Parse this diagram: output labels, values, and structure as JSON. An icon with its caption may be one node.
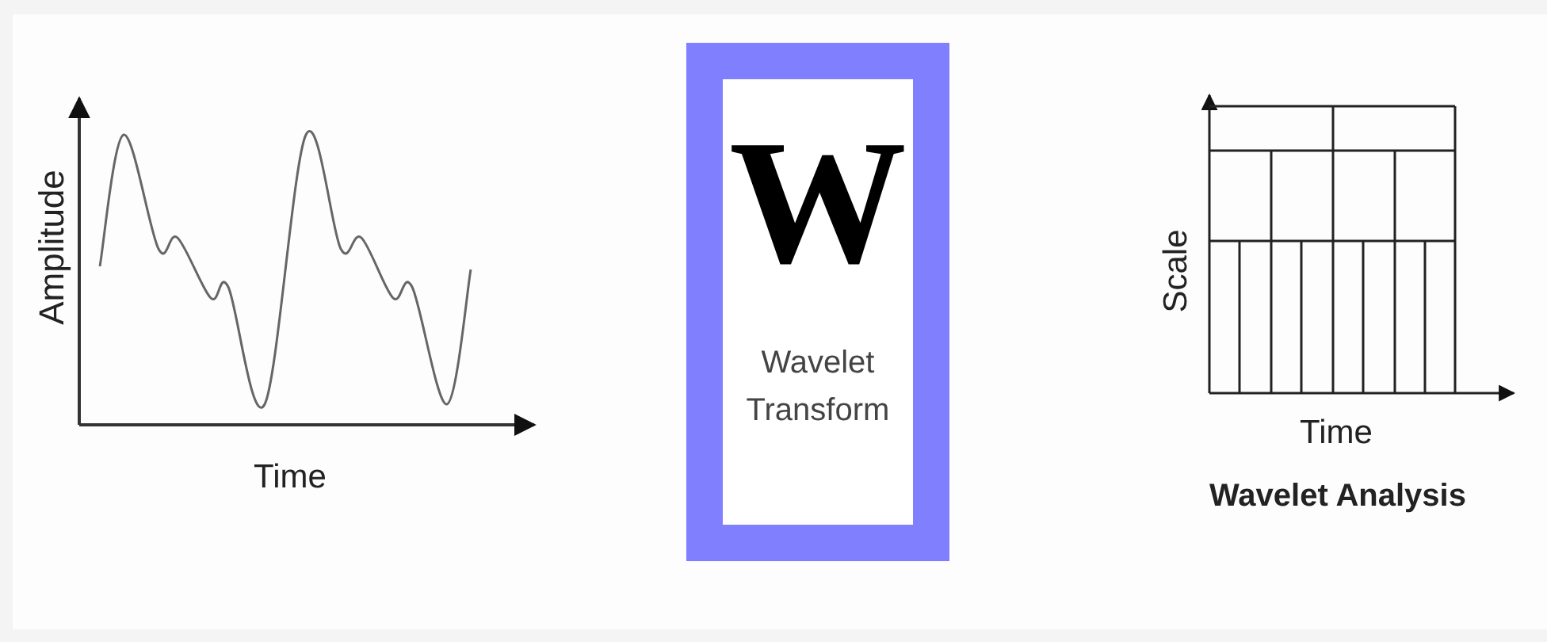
{
  "diagram": {
    "nodes": [
      {
        "text": [
          "W",
          "Wavelet Transform"
        ]
      }
    ],
    "labels": [
      "Amplitude",
      "Time",
      "Scale",
      "Time",
      "Wavelet Analysis"
    ]
  }
}
